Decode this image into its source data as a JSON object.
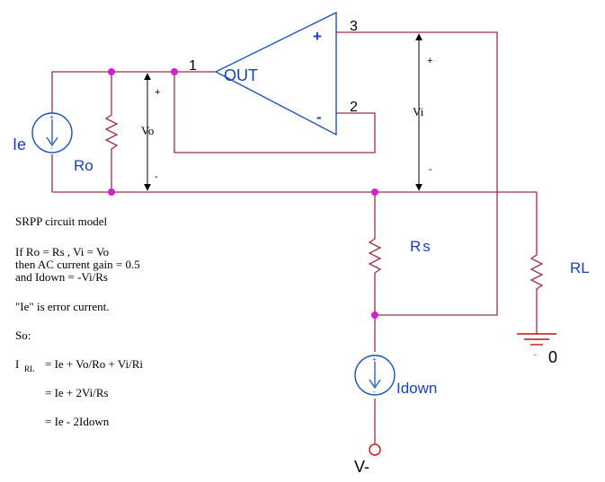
{
  "colors": {
    "wire": "#9a3040",
    "component": "#1f56b0",
    "junction": "#d11fd1",
    "terminal": "#c01010",
    "label": "#000000",
    "blue_label": "#1a3fbf"
  },
  "labels": {
    "node1": "1",
    "node2": "2",
    "node3": "3",
    "out": "OUT",
    "plus": "+",
    "minus": "-",
    "ie": "Ie",
    "ro": "Ro",
    "vo": "Vo",
    "vi": "Vi",
    "rs": "Rs",
    "rl": "RL",
    "idown": "Idown",
    "ground": "0",
    "vminus": "V-",
    "vo_plus": "+",
    "vo_minus": "-",
    "vi_plus": "+",
    "vi_minus": "-",
    "idown_plus": "+",
    "idown_minus": "-",
    "ie_plus": "+",
    "ie_minus": "-",
    "gnd_minus": "-"
  },
  "notes": {
    "title": "SRPP circuit model",
    "line1": "If Ro = Rs , Vi = Vo",
    "line2": "then AC current gain = 0.5",
    "line3": "and Idown = -Vi/Rs",
    "line4": "\"Ie\" is error current.",
    "line5": "So:",
    "eq_lhs": "I",
    "eq_sub": "RL",
    "eq1": "= Ie + Vo/Ro + Vi/Ri",
    "eq2": "= Ie + 2Vi/Rs",
    "eq3": "= Ie - 2Idown"
  }
}
